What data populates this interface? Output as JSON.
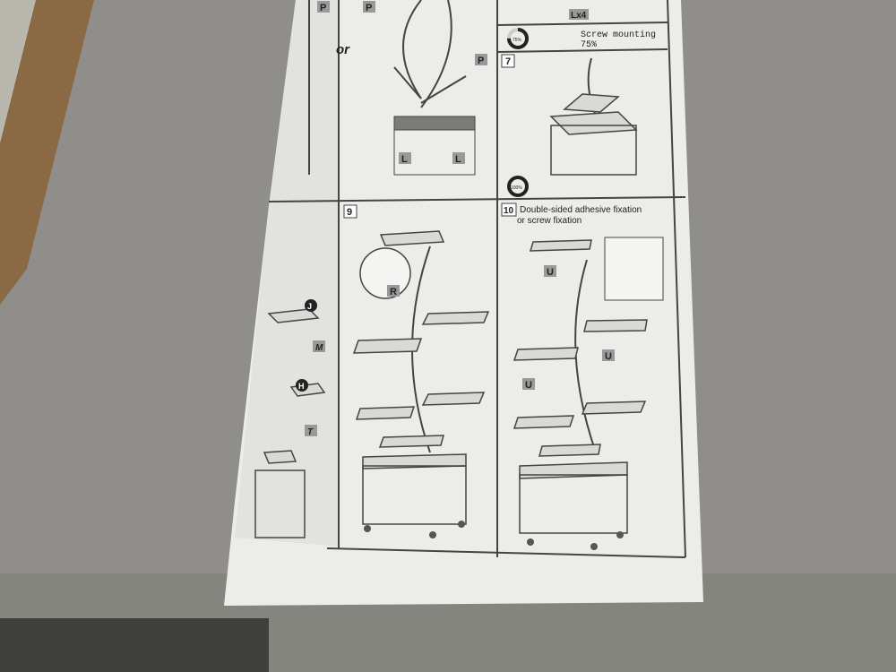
{
  "scene": {
    "background_color": "#8d8c88",
    "paper_color": "#ececea",
    "wood_color": "#8a6a45"
  },
  "instruction_sheet": {
    "top_left_panel": {
      "part_labels": [
        "P",
        "P",
        "P",
        "L",
        "L"
      ],
      "or_text": "or"
    },
    "top_right_panel": {
      "count_badge": "Lx4",
      "progress_icon_text": "75%",
      "progress_value": 75,
      "caption": "Screw mounting",
      "caption_percent": "75%"
    },
    "step7": {
      "number": "7",
      "progress_icon_text": "100%",
      "progress_value": 100
    },
    "step9": {
      "number": "9",
      "part_label": "R"
    },
    "step10": {
      "number": "10",
      "title_line1": "Double-sided adhesive fixation",
      "title_line2": "or screw fixation",
      "part_labels": [
        "U",
        "U",
        "U"
      ]
    },
    "left_strip": {
      "part_labels": [
        "J",
        "M",
        "H",
        "T"
      ]
    }
  }
}
